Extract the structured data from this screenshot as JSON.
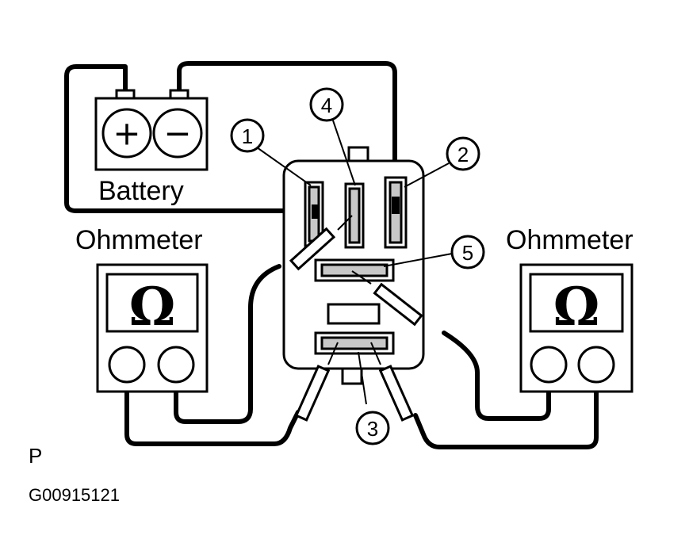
{
  "battery": {
    "label": "Battery",
    "plus": "+",
    "minus": "−"
  },
  "ohmmeter_left": {
    "label": "Ohmmeter",
    "symbol": "Ω"
  },
  "ohmmeter_right": {
    "label": "Ohmmeter",
    "symbol": "Ω"
  },
  "terminals": [
    "1",
    "2",
    "3",
    "4",
    "5"
  ],
  "view_code": "P",
  "figure_id": "G00915121"
}
